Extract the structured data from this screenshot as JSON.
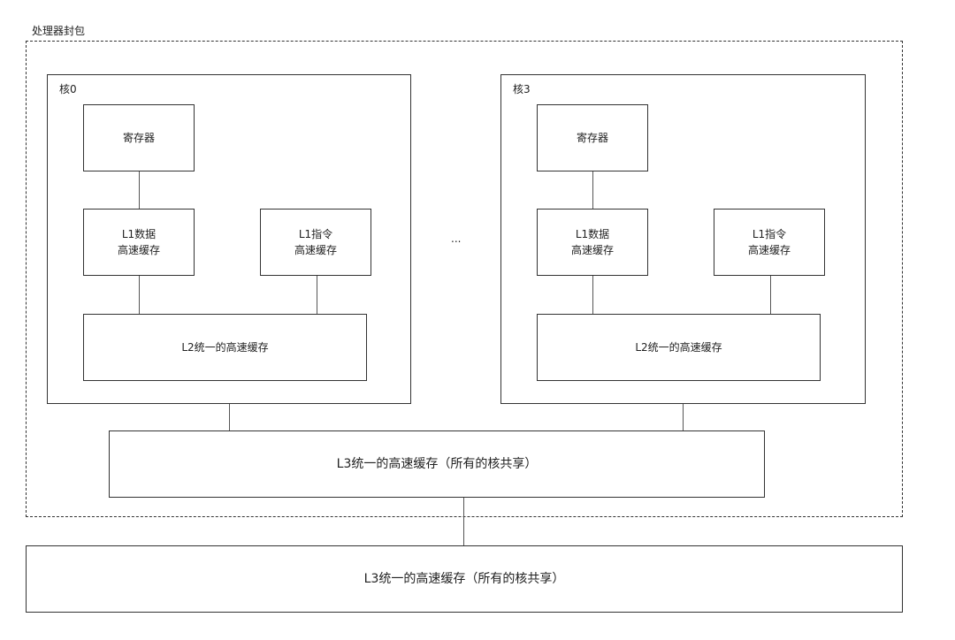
{
  "package": {
    "label": "处理器封包"
  },
  "cores": [
    {
      "label": "核0",
      "register": "寄存器",
      "l1_data": [
        "L1数据",
        "高速缓存"
      ],
      "l1_instr": [
        "L1指令",
        "高速缓存"
      ],
      "l2": "L2统一的高速缓存"
    },
    {
      "label": "核3",
      "register": "寄存器",
      "l1_data": [
        "L1数据",
        "高速缓存"
      ],
      "l1_instr": [
        "L1指令",
        "高速缓存"
      ],
      "l2": "L2统一的高速缓存"
    }
  ],
  "ellipsis": "...",
  "l3_shared": "L3统一的高速缓存（所有的核共享）",
  "bottom_box": "L3统一的高速缓存（所有的核共享）"
}
